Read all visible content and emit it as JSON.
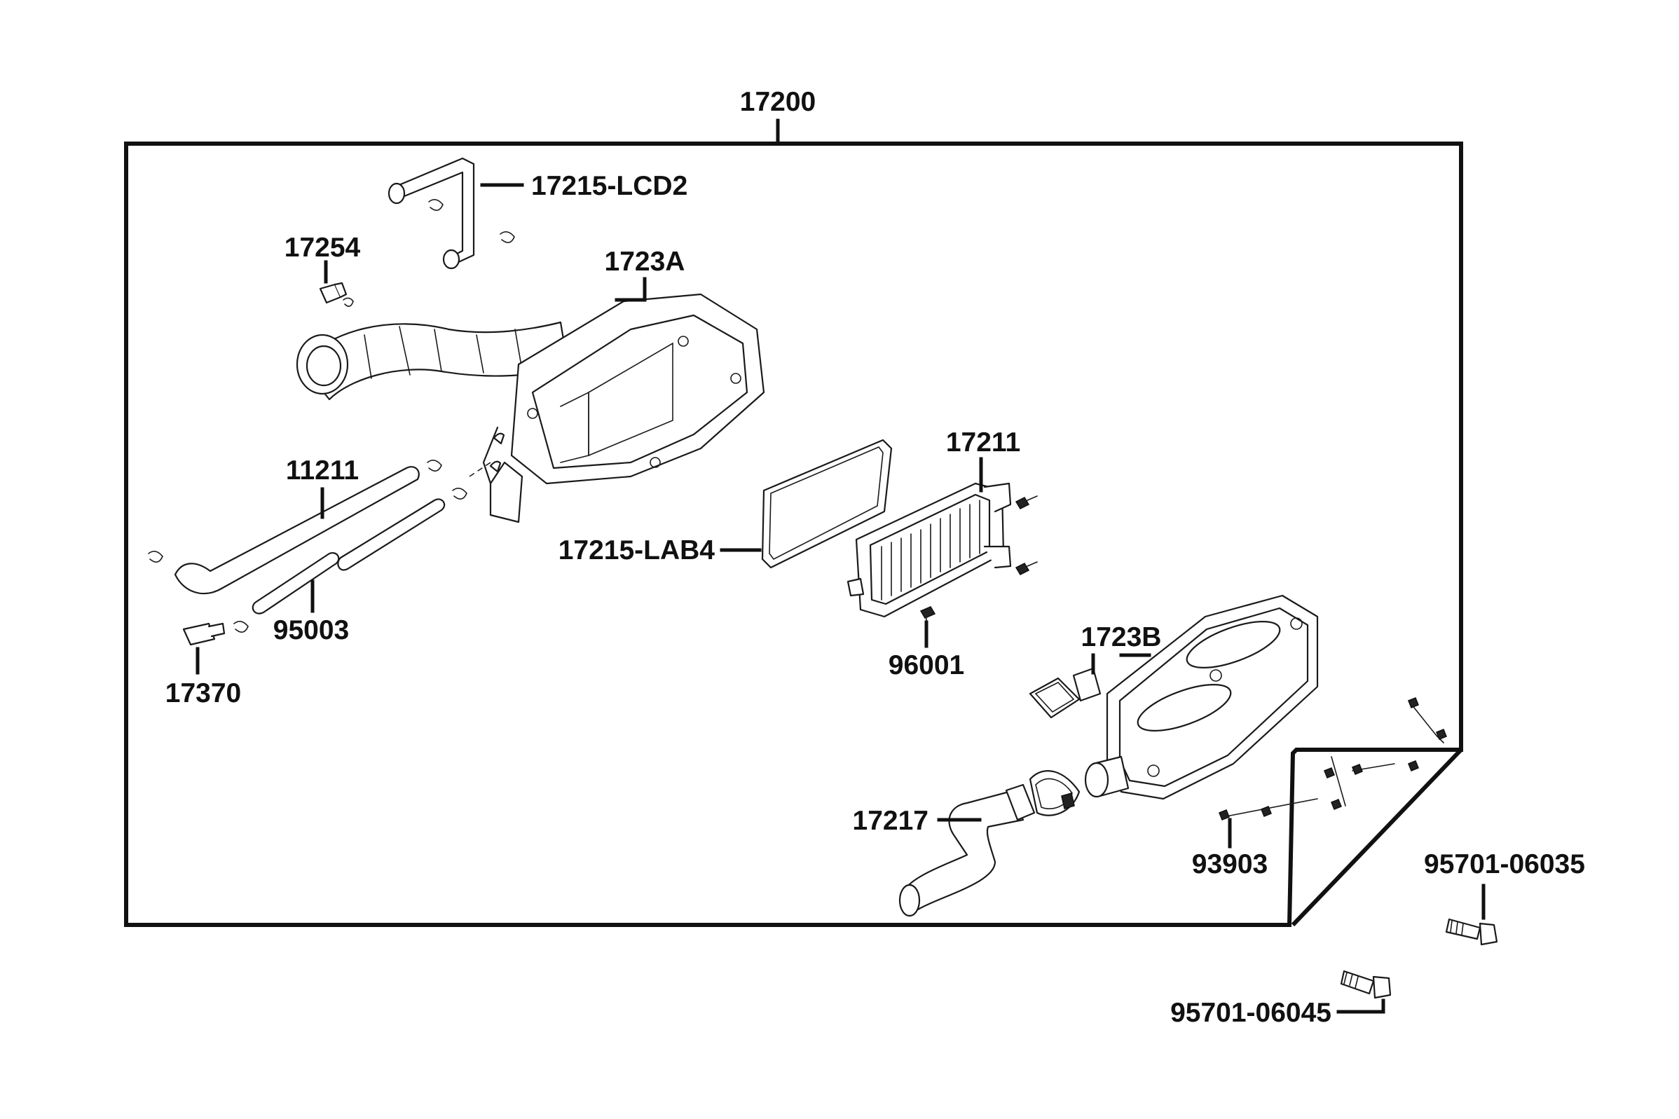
{
  "diagram": {
    "title": "17200",
    "callouts": [
      {
        "id": "17200",
        "text": "17200"
      },
      {
        "id": "17215-LCD2",
        "text": "17215-LCD2"
      },
      {
        "id": "17254",
        "text": "17254"
      },
      {
        "id": "1723A",
        "text": "1723A"
      },
      {
        "id": "11211",
        "text": "11211"
      },
      {
        "id": "17211",
        "text": "17211"
      },
      {
        "id": "17215-LAB4",
        "text": "17215-LAB4"
      },
      {
        "id": "95003",
        "text": "95003"
      },
      {
        "id": "17370",
        "text": "17370"
      },
      {
        "id": "96001",
        "text": "96001"
      },
      {
        "id": "1723B",
        "text": "1723B"
      },
      {
        "id": "17217",
        "text": "17217"
      },
      {
        "id": "93903",
        "text": "93903"
      },
      {
        "id": "95701-06035",
        "text": "95701-06035"
      },
      {
        "id": "95701-06045",
        "text": "95701-06045"
      }
    ],
    "parts": [
      {
        "name": "breather-tube",
        "icon": "bent-tube-icon"
      },
      {
        "name": "drain-plug",
        "icon": "plug-icon"
      },
      {
        "name": "air-cleaner-case",
        "icon": "air-box-icon"
      },
      {
        "name": "intake-duct",
        "icon": "duct-icon"
      },
      {
        "name": "drain-hose",
        "icon": "hose-icon"
      },
      {
        "name": "air-filter-element",
        "icon": "filter-element-icon"
      },
      {
        "name": "gasket",
        "icon": "gasket-icon"
      },
      {
        "name": "hose",
        "icon": "hose-icon"
      },
      {
        "name": "drain-bolt",
        "icon": "bolt-icon"
      },
      {
        "name": "screw",
        "icon": "screw-icon"
      },
      {
        "name": "air-cleaner-cover",
        "icon": "cover-icon"
      },
      {
        "name": "connecting-tube",
        "icon": "elbow-tube-icon"
      },
      {
        "name": "tapping-screws",
        "icon": "screw-icon"
      },
      {
        "name": "flange-bolt-35",
        "icon": "bolt-icon"
      },
      {
        "name": "flange-bolt-45",
        "icon": "bolt-icon"
      }
    ]
  }
}
